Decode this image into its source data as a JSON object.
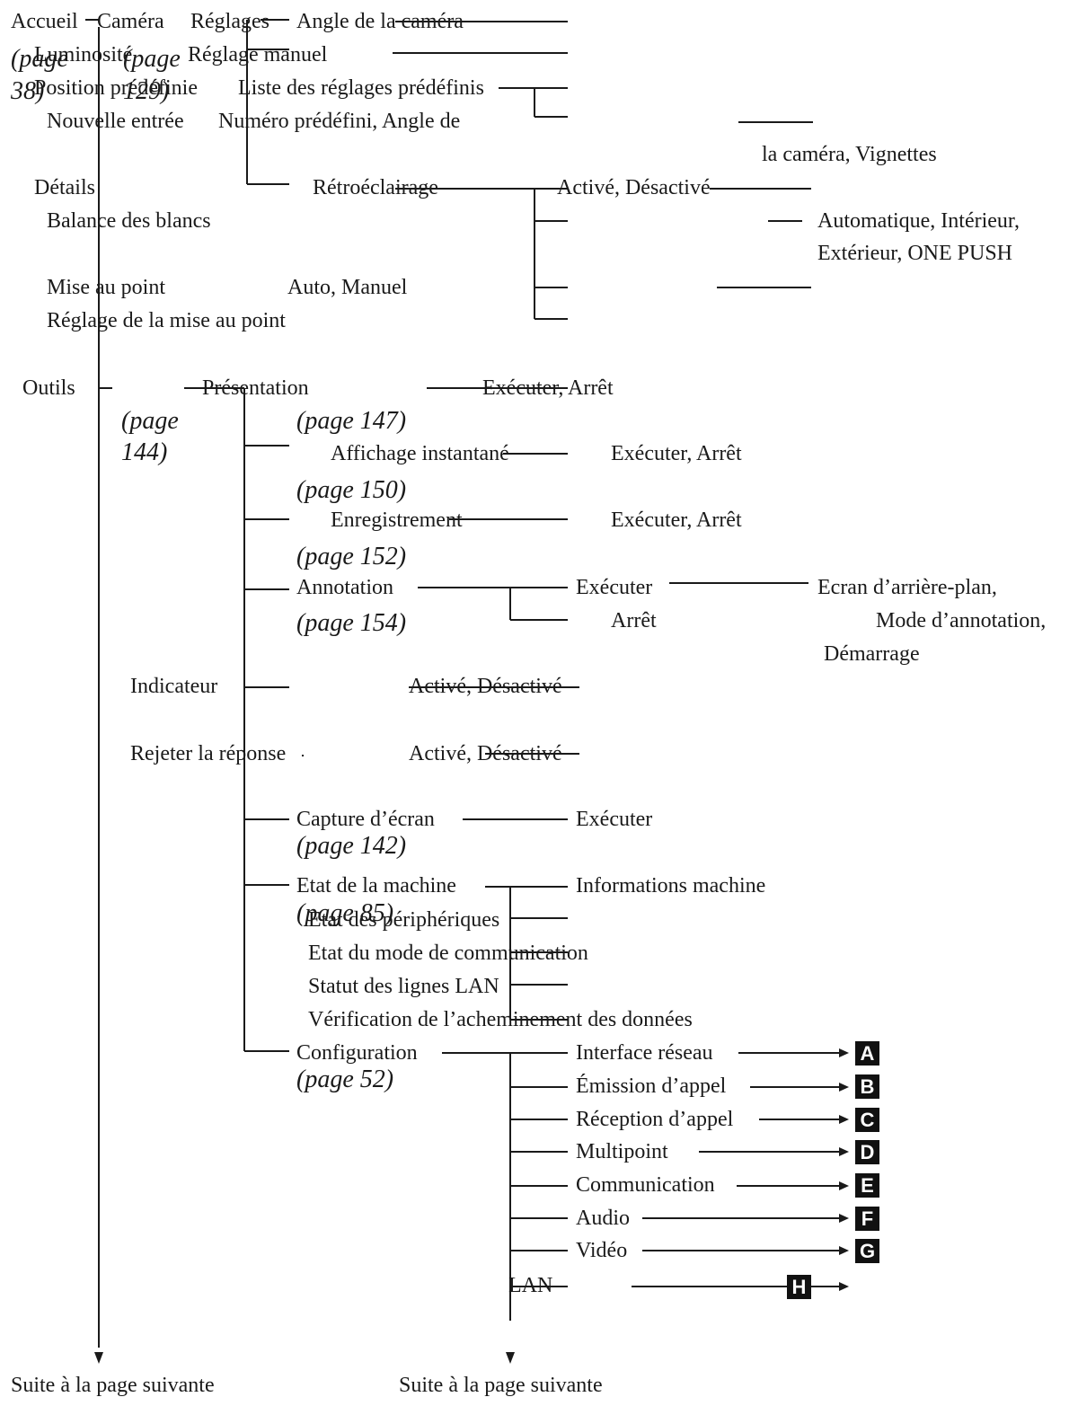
{
  "labels": {
    "accueil": "Accueil",
    "camera": "Caméra",
    "reglages": "Réglages",
    "angle_camera": "Angle de la caméra",
    "luminosite": "Luminosité",
    "reglage_manuel": "Réglage manuel",
    "position_predefinie": "Position prédéfinie",
    "liste_reglages": "Liste des réglages prédéfinis",
    "nouvelle_entree": "Nouvelle entrée",
    "numero_predefini": "Numéro prédéfini, Angle de",
    "la_camera_vignettes": "la caméra, Vignettes",
    "details": "Détails",
    "retroeclairage": "Rétroéclairage",
    "active_desactive": "Activé, Désactivé",
    "balance_blancs": "Balance des blancs",
    "auto_interieur": "Automatique, Intérieur,",
    "exterieur_onepush": "Extérieur, ONE PUSH",
    "mise_au_point": "Mise au point",
    "auto_manuel": "Auto, Manuel",
    "reglage_mise_point": "Réglage de la mise au point",
    "outils": "Outils",
    "presentation": "Présentation",
    "executer_arret": "Exécuter, Arrêt",
    "affichage_instantane": "Affichage instantané",
    "enregistrement": "Enregistrement",
    "annotation": "Annotation",
    "executer": "Exécuter",
    "arret": "Arrêt",
    "ecran_arriere_plan": "Ecran d’arrière-plan,",
    "mode_annotation": "Mode d’annotation,",
    "demarrage": "Démarrage",
    "indicateur": "Indicateur",
    "rejeter_reponse": "Rejeter la réponse",
    "capture_ecran": "Capture d’écran",
    "etat_machine": "Etat de la machine",
    "informations_machine": "Informations machine",
    "etat_peripheriques": "Etat des périphériques",
    "etat_mode_comm": "Etat du mode de communication",
    "statut_lignes_lan": "Statut des lignes LAN",
    "verification_acheminement": "Vérification de l’acheminement des données",
    "configuration": "Configuration",
    "interface_reseau": "Interface réseau",
    "emission_appel": "Émission d’appel",
    "reception_appel": "Réception d’appel",
    "multipoint": "Multipoint",
    "communication": "Communication",
    "audio": "Audio",
    "video": "Vidéo",
    "lan": "LAN",
    "suite": "Suite à la page suivante"
  },
  "page_refs": {
    "p38_a": "(page",
    "p38_b": "38)",
    "p129_a": "(page",
    "p129_b": "129)",
    "p144_a": "(page",
    "p144_b": "144)",
    "p147": "(page 147)",
    "p150": "(page 150)",
    "p152": "(page 152)",
    "p154": "(page 154)",
    "p142": "(page 142)",
    "p85": "(page 85)",
    "p52": "(page 52)"
  },
  "markers": [
    "A",
    "B",
    "C",
    "D",
    "E",
    "F",
    "G",
    "H"
  ]
}
